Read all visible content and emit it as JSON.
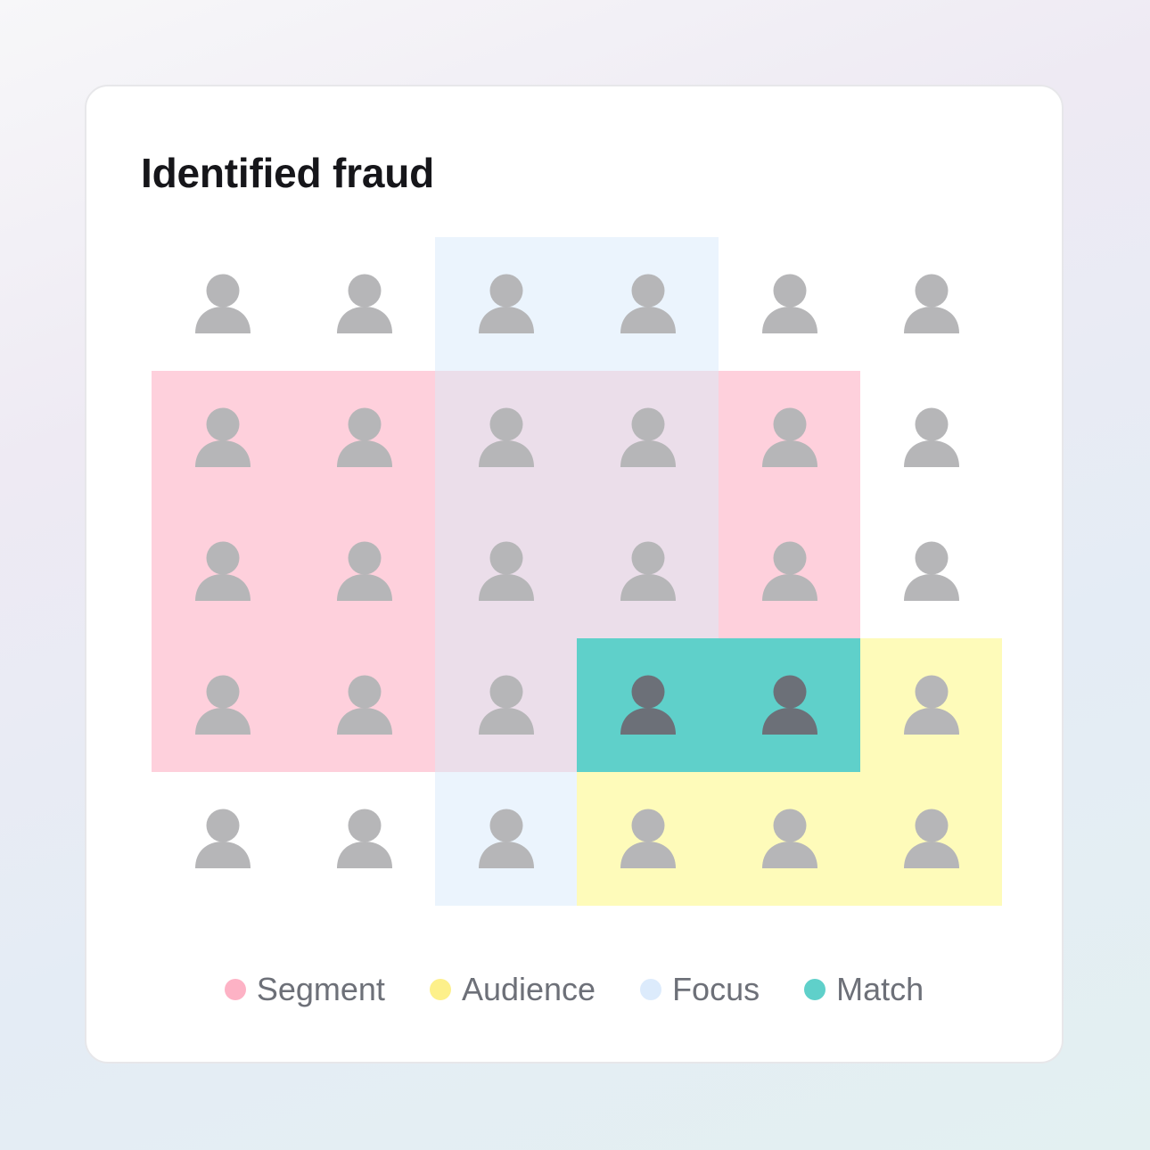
{
  "title": "Identified fraud",
  "colors": {
    "person": "#b6b6b8",
    "person_match": "#6c7078",
    "segment": "#fed0dc",
    "audience": "#fefbba",
    "focus": "#ebf4fd",
    "overlap": "#ebdeea",
    "match": "#5fd0ca"
  },
  "legend": [
    {
      "label": "Segment",
      "color": "#fdb2c5"
    },
    {
      "label": "Audience",
      "color": "#fdf08a"
    },
    {
      "label": "Focus",
      "color": "#dcebfc"
    },
    {
      "label": "Match",
      "color": "#5fd0ca"
    }
  ],
  "people": {
    "rows": 5,
    "cols": 6,
    "highlighted": [
      [
        3,
        3
      ],
      [
        3,
        4
      ]
    ]
  },
  "regions": [
    {
      "name": "focus",
      "rows": [
        0,
        1
      ],
      "cols": [
        2,
        3
      ]
    },
    {
      "name": "focus",
      "rows": [
        4,
        4
      ],
      "cols": [
        2,
        2
      ]
    },
    {
      "name": "segment",
      "rows": [
        1,
        3
      ],
      "cols": [
        0,
        1
      ]
    },
    {
      "name": "segment",
      "rows": [
        1,
        2
      ],
      "cols": [
        4,
        4
      ]
    },
    {
      "name": "overlap",
      "rows": [
        1,
        3
      ],
      "cols": [
        2,
        3
      ]
    },
    {
      "name": "audience",
      "rows": [
        3,
        4
      ],
      "cols": [
        5,
        5
      ]
    },
    {
      "name": "audience",
      "rows": [
        4,
        4
      ],
      "cols": [
        3,
        4
      ]
    },
    {
      "name": "match",
      "rows": [
        3,
        3
      ],
      "cols": [
        3,
        4
      ]
    }
  ]
}
